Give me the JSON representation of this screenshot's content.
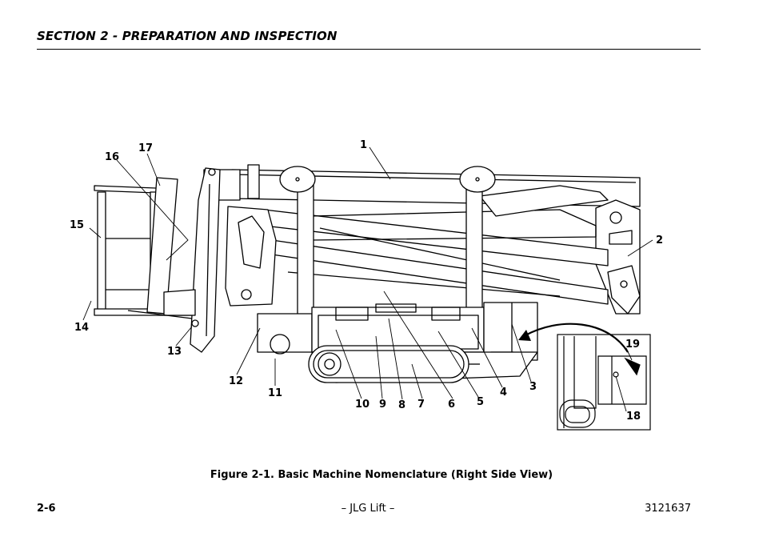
{
  "header": {
    "section_title": "SECTION 2 - PREPARATION AND INSPECTION"
  },
  "figure": {
    "caption": "Figure 2-1. Basic Machine Nomenclature (Right Side View)",
    "callouts": [
      "1",
      "2",
      "3",
      "4",
      "5",
      "6",
      "7",
      "8",
      "9",
      "10",
      "11",
      "12",
      "13",
      "14",
      "15",
      "16",
      "17",
      "18",
      "19"
    ]
  },
  "footer": {
    "page_number": "2-6",
    "center_text": "– JLG Lift –",
    "doc_number": "3121637"
  }
}
